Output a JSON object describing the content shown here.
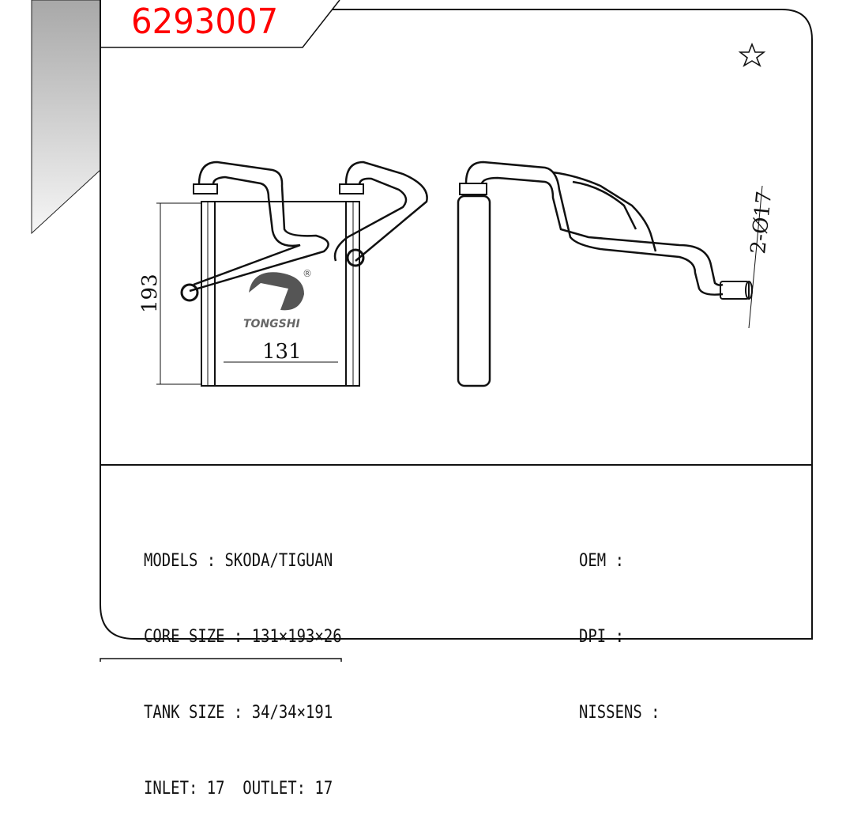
{
  "part_number": "6293007",
  "dimensions": {
    "height": "193",
    "width": "131",
    "pipe": "2-Ø17"
  },
  "logo": {
    "text": "TONGSHI",
    "mark": "®"
  },
  "specs_left": [
    "MODELS : SKODA/TIGUAN",
    "CORE SIZE : 131×193×26",
    "TANK SIZE : 34/34×191",
    "INLET: 17  OUTLET: 17"
  ],
  "specs_right": [
    "OEM :",
    "DPI :",
    "NISSENS :"
  ],
  "colors": {
    "part_number": "#ff0000"
  },
  "icons": {
    "favorite": "star-outline-icon"
  }
}
